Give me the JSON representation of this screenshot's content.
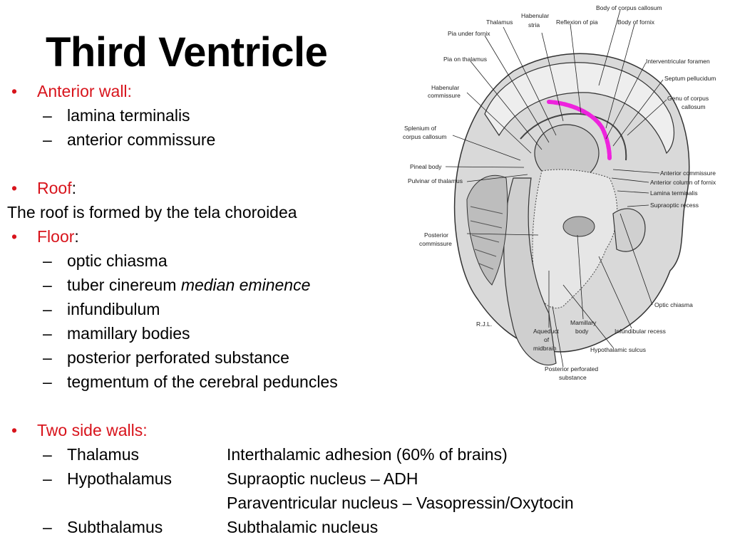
{
  "title": "Third Ventricle",
  "bullet_char": "•",
  "dash_char": "–",
  "anterior": {
    "heading": "Anterior wall:",
    "items": [
      "lamina terminalis",
      "anterior commissure"
    ]
  },
  "roof": {
    "heading": "Roof",
    "colon": ":",
    "text": "The roof is formed by the tela choroidea"
  },
  "floor": {
    "heading": "Floor",
    "colon": ":",
    "items": [
      "optic chiasma",
      "tuber cinereum",
      "infundibulum",
      "mamillary bodies",
      "posterior perforated substance",
      "tegmentum of the cerebral peduncles"
    ],
    "tuber_italic": "median eminence"
  },
  "side_walls": {
    "heading": "Two side walls:",
    "rows": [
      {
        "part": "Thalamus",
        "detail": "Interthalamic adhesion (60% of brains)"
      },
      {
        "part": "Hypothalamus",
        "detail": "Supraoptic nucleus – ADH"
      },
      {
        "part": "",
        "detail": "Paraventricular nucleus – Vasopressin/Oxytocin"
      },
      {
        "part": "Subthalamus",
        "detail": "Subthalamic nucleus"
      }
    ]
  },
  "figure": {
    "labels": {
      "body_of_corpus_callosum": "Body of corpus callosum",
      "thalamus": "Thalamus",
      "habenular_stria_1": "Habenular",
      "habenular_stria_2": "stria",
      "reflexion_of_pia": "Reflexion of pia",
      "body_of_fornix": "Body of fornix",
      "pia_under_fornix": "Pia under fornix",
      "pia_on_thalamus": "Pia on thalamus",
      "interventricular_foramen": "Interventricular foramen",
      "septum_pellucidum": "Septum pellucidum",
      "genu_1": "Genu of corpus",
      "genu_2": "callosum",
      "habenular_commissure_1": "Habenular",
      "habenular_commissure_2": "commissure",
      "splenium_1": "Splenium of",
      "splenium_2": "corpus callosum",
      "pineal_body": "Pineal body",
      "pulvinar": "Pulvinar of thalamus",
      "anterior_commissure": "Anterior commissure",
      "anterior_column": "Anterior column of fornix",
      "lamina_terminalis": "Lamina terminalis",
      "supraoptic_recess": "Supraoptic recess",
      "posterior_commissure_1": "Posterior",
      "posterior_commissure_2": "commissure",
      "optic_chiasma": "Optic chiasma",
      "mamillary_body_1": "Mamillary",
      "mamillary_body_2": "body",
      "infundibular_recess": "Infundibular recess",
      "aqueduct_1": "Aqueduct",
      "aqueduct_2": "of",
      "aqueduct_3": "midbrain",
      "hypothalamic_sulcus": "Hypothalamic sulcus",
      "posterior_perforated_1": "Posterior perforated",
      "posterior_perforated_2": "substance",
      "signature": "R.J.L."
    },
    "highlight_color": "#ee22dd"
  }
}
